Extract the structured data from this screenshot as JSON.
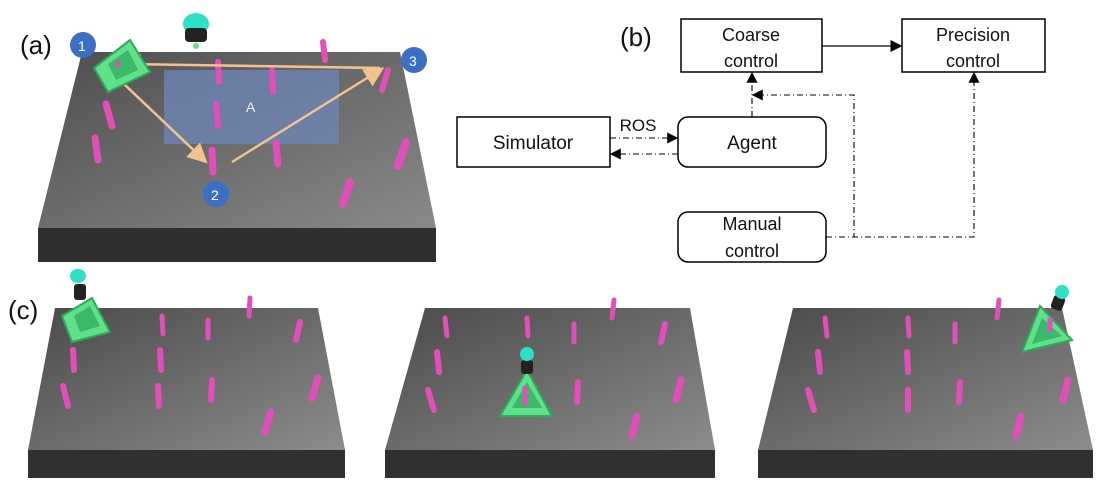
{
  "panels": {
    "a": {
      "label": "(a)",
      "markers": [
        "1",
        "2",
        "3"
      ],
      "region_label": "A"
    },
    "b": {
      "label": "(b)",
      "boxes": {
        "simulator": "Simulator",
        "agent": "Agent",
        "coarse": [
          "Coarse",
          "control"
        ],
        "precision": [
          "Precision",
          "control"
        ],
        "manual": [
          "Manual",
          "control"
        ]
      },
      "ros_label": "ROS"
    },
    "c": {
      "label": "(c)"
    }
  },
  "colors": {
    "table_top": "#6b6b6b",
    "table_side": "#3a3a3a",
    "peg": "#e24fb8",
    "marker": "#3b6fc4",
    "region": "#6f86b8",
    "path": "#f3c28e",
    "gripper": "#5fe08a"
  }
}
